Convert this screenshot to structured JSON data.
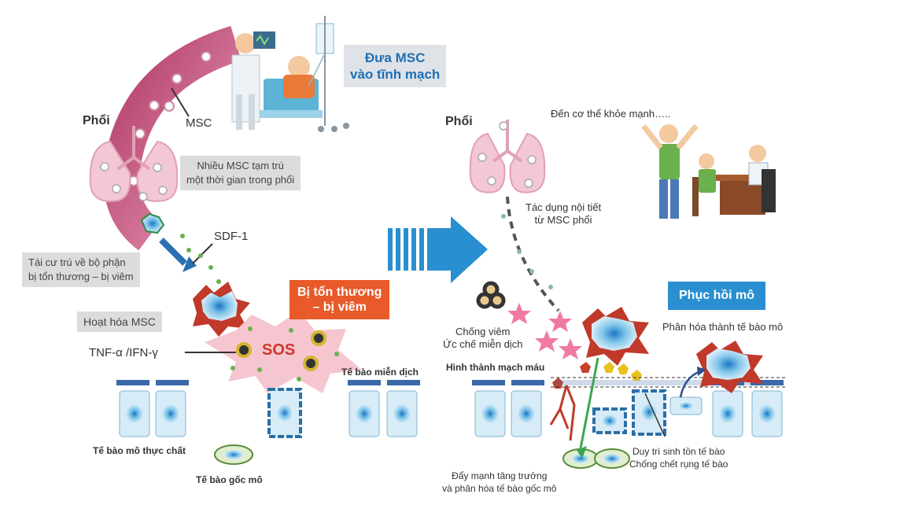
{
  "left": {
    "iv_box": {
      "line1": "Đưa MSC",
      "line2": "vào tĩnh mạch"
    },
    "lung_label": "Phổi",
    "msc_label": "MSC",
    "resident_box": {
      "line1": "Nhiều MSC tạm trú",
      "line2": "một thời gian trong phổi"
    },
    "sdf_label": "SDF-1",
    "homing_box": {
      "line1": "Tái cư trú về bộ phận",
      "line2": "bị tổn thương – bị viêm"
    },
    "injury_box": {
      "line1": "Bị tổn thương",
      "line2": "– bị viêm"
    },
    "activation_box": "Hoạt hóa MSC",
    "tnf_label": "TNF-α /IFN-γ",
    "sos_label": "SOS",
    "immune_label": "Tế bào miễn dịch",
    "parenchyma_label": "Tế bào mô thực chất",
    "stem_label": "Tế bào gốc mô"
  },
  "right": {
    "healthy_label": "Đến cơ thể khỏe mạnh…..",
    "lung_label": "Phổi",
    "endocrine": {
      "line1": "Tác dụng nội tiết",
      "line2": "từ MSC phổi"
    },
    "repair_box": "Phục hồi mô",
    "diff_label": "Phân hóa thành tế bào mô",
    "anti_inflam": {
      "line1": "Chống viêm",
      "line2": "Ức chế miễn dịch"
    },
    "angio_label": "Hình thành mạch máu",
    "survival": {
      "line1": "Duy trì sinh tồn tế bào",
      "line2": "Chống chết rụng tế bào"
    },
    "growth": {
      "line1": "Đẩy mạnh tăng trưởng",
      "line2": "và phân hóa tế bào gốc mô"
    }
  },
  "colors": {
    "accent_blue": "#1f6fb4",
    "arrow_blue": "#2a8fd0",
    "injury_red": "#e85a2a",
    "lung_pink": "#f3c7d3",
    "msc_green": "#4f9a4a"
  }
}
